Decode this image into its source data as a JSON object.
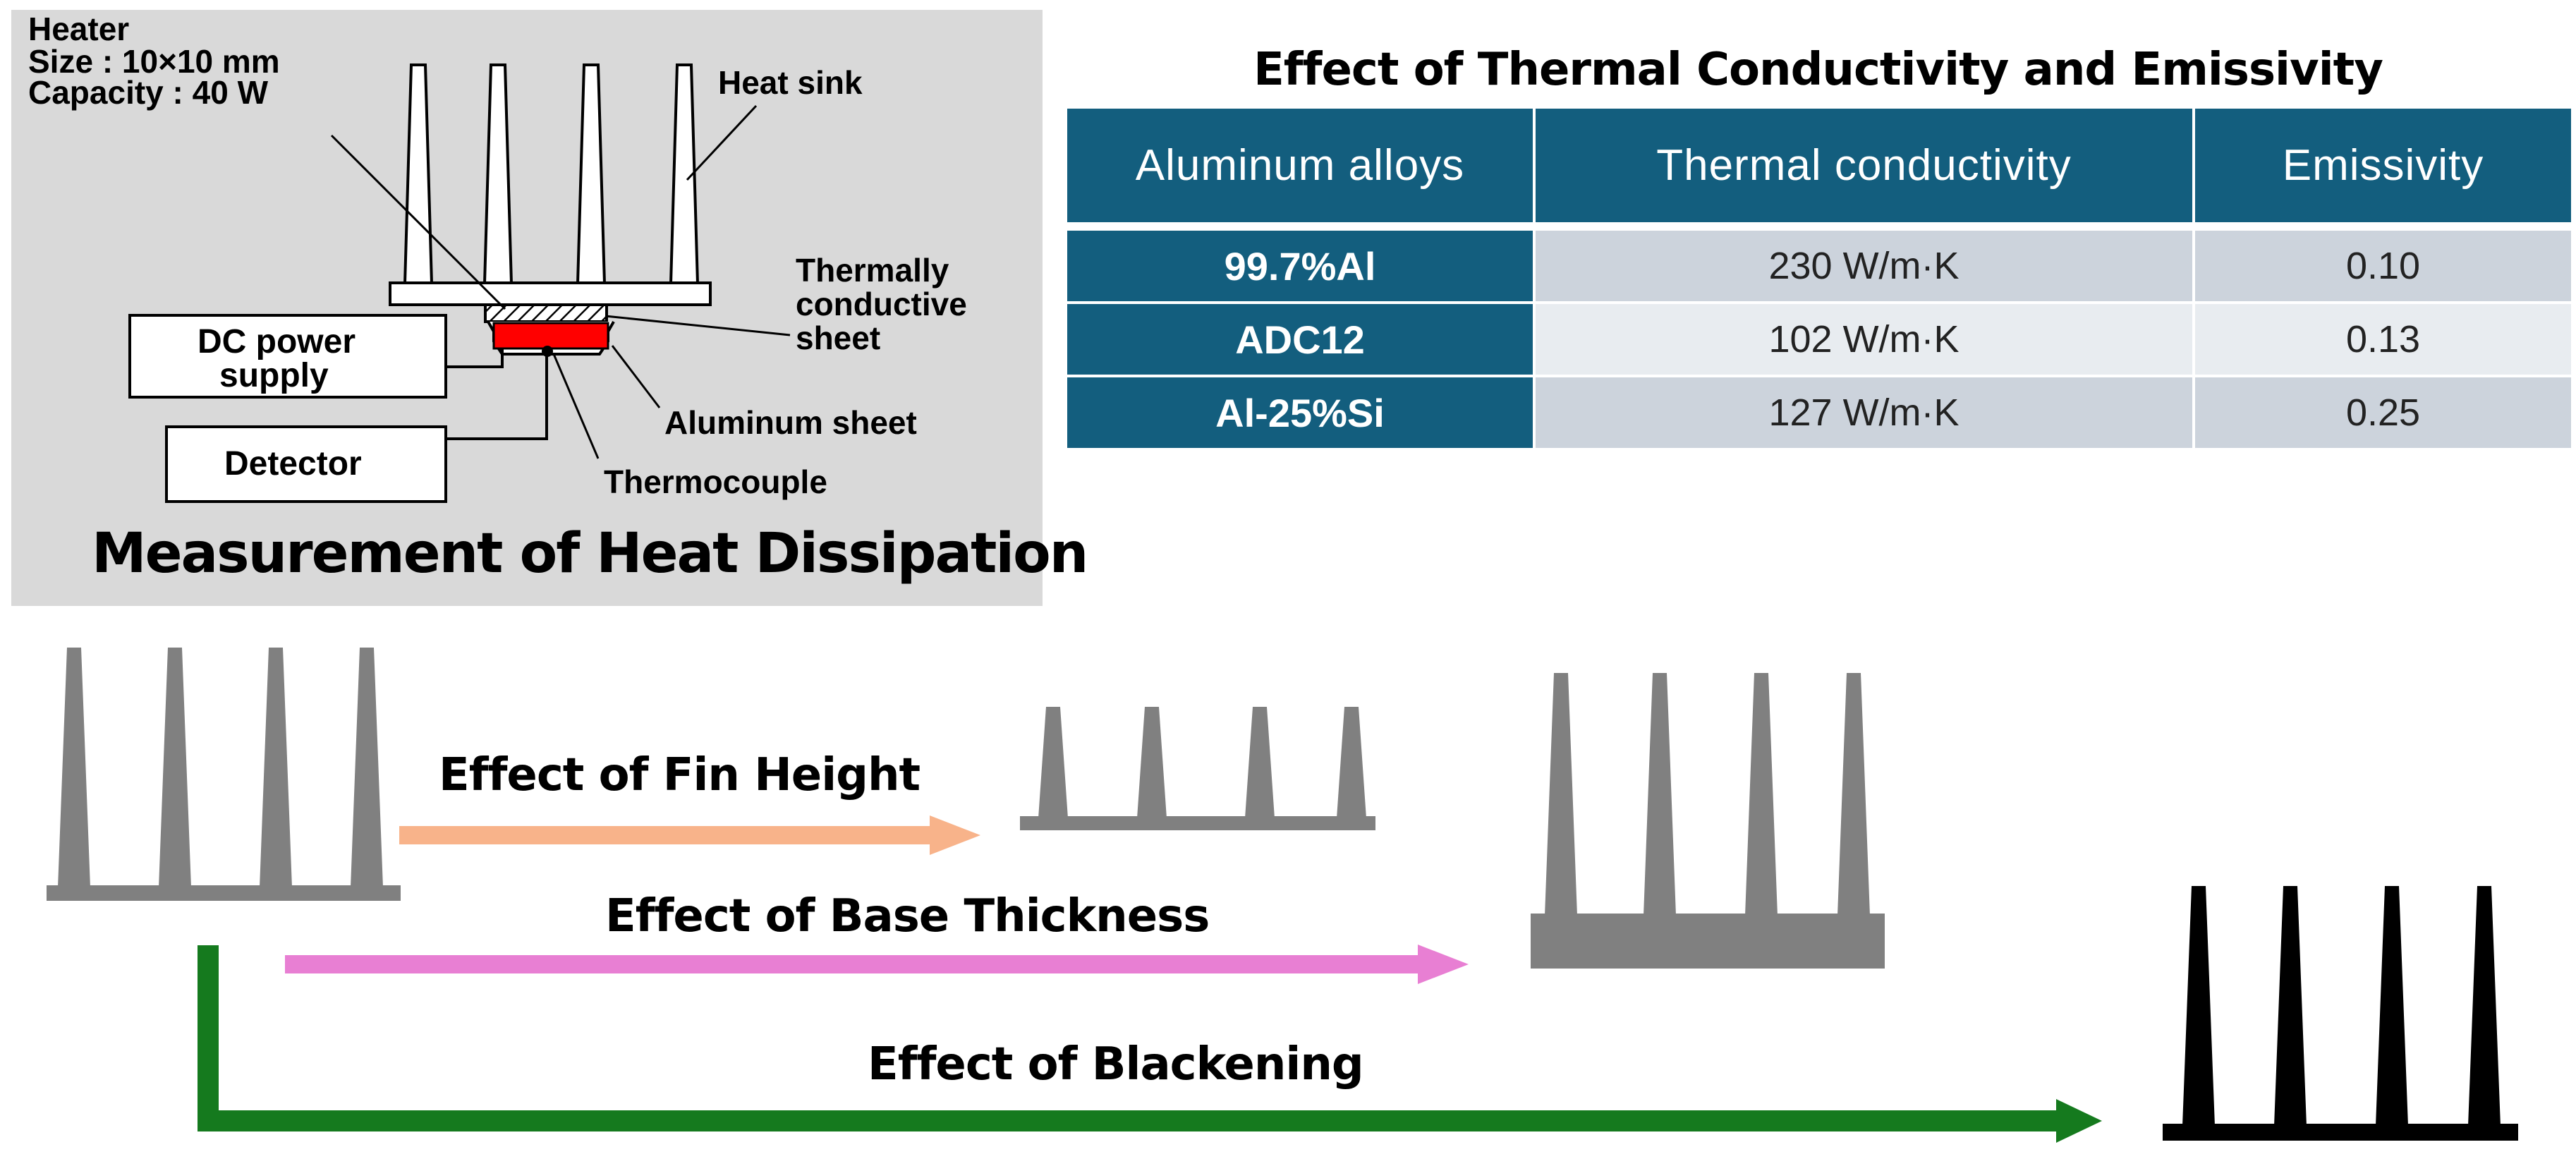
{
  "measurement": {
    "title": "Measurement of Heat Dissipation",
    "heater_line1": "Heater",
    "heater_line2": "Size : 10×10 mm",
    "heater_line3": "Capacity : 40 W",
    "heat_sink": "Heat sink",
    "sheet_line1": "Thermally",
    "sheet_line2": "conductive",
    "sheet_line3": "sheet",
    "dc_line1": "DC power",
    "dc_line2": "supply",
    "detector": "Detector",
    "aluminum_sheet": "Aluminum sheet",
    "thermocouple": "Thermocouple"
  },
  "table": {
    "title": "Effect of Thermal Conductivity and Emissivity",
    "headers": [
      "Aluminum alloys",
      "Thermal conductivity",
      "Emissivity"
    ],
    "rows": [
      [
        "99.7%Al",
        "230 W/m·K",
        "0.10"
      ],
      [
        "ADC12",
        "102 W/m·K",
        "0.13"
      ],
      [
        "Al-25%Si",
        "127 W/m·K",
        "0.25"
      ]
    ]
  },
  "effects": {
    "fin_height": "Effect of Fin Height",
    "base_thickness": "Effect of Base Thickness",
    "blackening": "Effect of Blackening"
  },
  "colors": {
    "panel_bg": "#d9d9d9",
    "table_header": "#135e7e",
    "row_odd": "#ccd3dc",
    "row_even": "#e8ecf0",
    "heatsink_gray": "#808080",
    "heatsink_black": "#000000",
    "heater_red": "#ff0000",
    "arrow_fin": "#f8b38a",
    "arrow_base": "#e87fd3",
    "arrow_black": "#157a1e"
  }
}
